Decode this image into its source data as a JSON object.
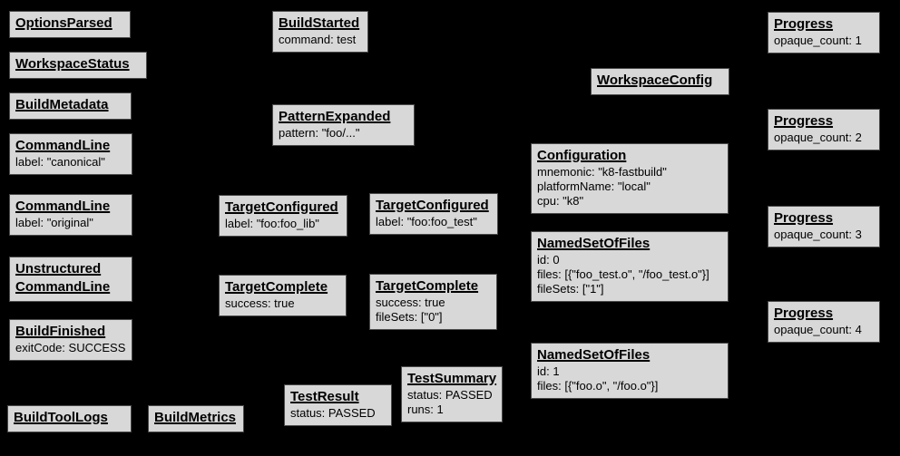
{
  "diagram": {
    "background_color": "#000000",
    "node_fill_color": "#d8d8d8",
    "node_border_color": "#4a4a4a",
    "text_color": "#000000"
  },
  "nodes": [
    {
      "title": "OptionsParsed",
      "lines": []
    },
    {
      "title": "WorkspaceStatus",
      "lines": []
    },
    {
      "title": "BuildMetadata",
      "lines": []
    },
    {
      "title": "CommandLine",
      "lines": [
        "label: \"canonical\""
      ]
    },
    {
      "title": "CommandLine",
      "lines": [
        "label: \"original\""
      ]
    },
    {
      "title": "Unstructured",
      "title2": "CommandLine",
      "lines": []
    },
    {
      "title": "BuildFinished",
      "lines": [
        "exitCode: SUCCESS"
      ]
    },
    {
      "title": "BuildToolLogs",
      "lines": []
    },
    {
      "title": "BuildMetrics",
      "lines": []
    },
    {
      "title": "BuildStarted",
      "lines": [
        "command: test"
      ]
    },
    {
      "title": "PatternExpanded",
      "lines": [
        "pattern: \"foo/...\""
      ]
    },
    {
      "title": "TargetConfigured",
      "lines": [
        "label: \"foo:foo_lib\""
      ]
    },
    {
      "title": "TargetConfigured",
      "lines": [
        "label: \"foo:foo_test\""
      ]
    },
    {
      "title": "TargetComplete",
      "lines": [
        "success: true"
      ]
    },
    {
      "title": "TargetComplete",
      "lines": [
        "success: true",
        "fileSets: [\"0\"]"
      ]
    },
    {
      "title": "TestResult",
      "lines": [
        "status: PASSED"
      ]
    },
    {
      "title": "TestSummary",
      "lines": [
        "status: PASSED",
        "runs: 1"
      ]
    },
    {
      "title": "WorkspaceConfig",
      "lines": []
    },
    {
      "title": "Configuration",
      "lines": [
        "mnemonic: \"k8-fastbuild\"",
        "platformName: \"local\"",
        "cpu: \"k8\""
      ]
    },
    {
      "title": "NamedSetOfFiles",
      "lines": [
        "id: 0",
        "files: [{\"foo_test.o\", \"/foo_test.o\"}]",
        "fileSets: [\"1\"]"
      ]
    },
    {
      "title": "NamedSetOfFiles",
      "lines": [
        "id: 1",
        "files: [{\"foo.o\", \"/foo.o\"}]"
      ]
    },
    {
      "title": "Progress",
      "lines": [
        "opaque_count: 1"
      ]
    },
    {
      "title": "Progress",
      "lines": [
        "opaque_count: 2"
      ]
    },
    {
      "title": "Progress",
      "lines": [
        "opaque_count: 3"
      ]
    },
    {
      "title": "Progress",
      "lines": [
        "opaque_count: 4"
      ]
    }
  ]
}
